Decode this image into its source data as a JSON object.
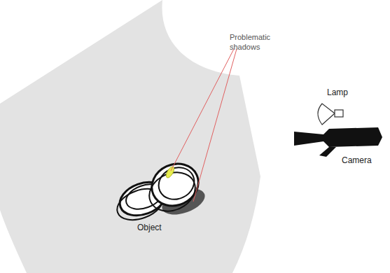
{
  "diagram": {
    "labels": [
      "Problematic shadows",
      "Object",
      "Lamp",
      "Camera"
    ]
  }
}
